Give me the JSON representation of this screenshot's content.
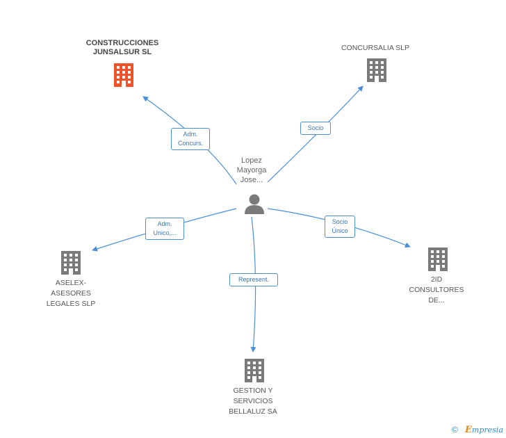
{
  "nodes": {
    "construcciones": {
      "label_lines": [
        "CONSTRUCCIONES",
        "JUNSALSUR SL"
      ],
      "icon": "building-icon",
      "color": "#f0532a"
    },
    "concursalia": {
      "label_lines": [
        "CONCURSALIA SLP"
      ],
      "icon": "building-icon",
      "color": "#7a7a7a"
    },
    "person": {
      "label_lines": [
        "Lopez",
        "Mayorga",
        "Jose..."
      ],
      "icon": "person-icon",
      "color": "#7a7a7a"
    },
    "aselex": {
      "label_lines": [
        "ASELEX-",
        "ASESORES",
        "LEGALES SLP"
      ],
      "icon": "building-icon",
      "color": "#7a7a7a"
    },
    "consultores": {
      "label_lines": [
        "2ID",
        "CONSULTORES",
        "DE..."
      ],
      "icon": "building-icon",
      "color": "#7a7a7a"
    },
    "gestion": {
      "label_lines": [
        "GESTION Y",
        "SERVICIOS",
        "BELLALUZ SA"
      ],
      "icon": "building-icon",
      "color": "#7a7a7a"
    }
  },
  "edges": {
    "construcciones": {
      "label_lines": [
        "Adm.",
        "Concurs."
      ]
    },
    "concursalia": {
      "label_lines": [
        "Socio"
      ]
    },
    "aselex": {
      "label_lines": [
        "Adm.",
        "Unico,..."
      ]
    },
    "consultores": {
      "label_lines": [
        "Socio",
        "Único"
      ]
    },
    "gestion": {
      "label_lines": [
        "Represent."
      ]
    }
  },
  "edge_color": "#4a8fd6",
  "footer": {
    "copyright": "©",
    "brand_first": "E",
    "brand_rest": "mpresia"
  }
}
